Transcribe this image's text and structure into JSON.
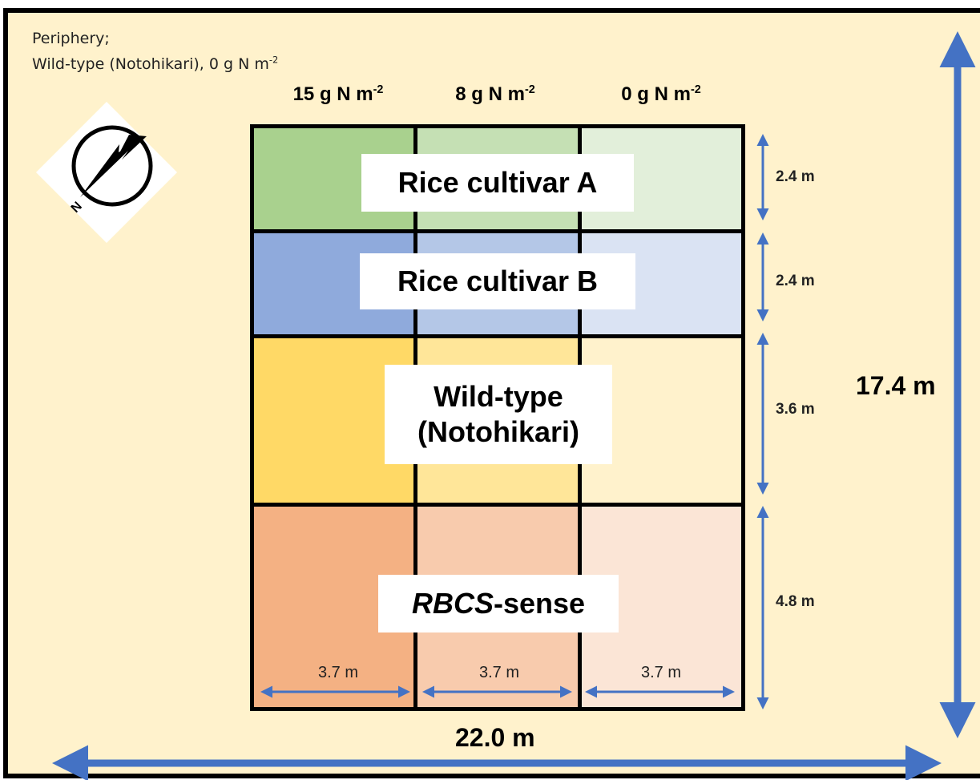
{
  "periphery": {
    "line1": "Periphery;",
    "line2_prefix": "Wild-type (Notohikari), 0 g N m",
    "line2_sup": "-2"
  },
  "columns": [
    {
      "label": "15 g N m",
      "sup": "-2"
    },
    {
      "label": "8 g N m",
      "sup": "-2"
    },
    {
      "label": "0 g N m",
      "sup": "-2"
    }
  ],
  "rows": [
    {
      "label": "Rice cultivar A",
      "height": "2.4 m",
      "colors": [
        "#a9d18e",
        "#c5e0b4",
        "#e2efda"
      ]
    },
    {
      "label": "Rice cultivar B",
      "height": "2.4 m",
      "colors": [
        "#8faadc",
        "#b4c7e7",
        "#dae3f3"
      ]
    },
    {
      "label_line1": "Wild-type",
      "label_line2": "(Notohikari)",
      "height": "3.6 m",
      "colors": [
        "#ffd966",
        "#ffe699",
        "#fff2cc"
      ]
    },
    {
      "label_italic": "RBCS",
      "label_rest": "-sense",
      "height": "4.8 m",
      "colors": [
        "#f4b183",
        "#f8cbad",
        "#fbe5d6"
      ]
    }
  ],
  "column_width": "3.7 m",
  "total_width": "22.0 m",
  "total_height": "17.4 m",
  "compass": {
    "letter": "N"
  },
  "colors": {
    "arrow": "#4472c4",
    "background": "#fff2cc",
    "border": "#000000"
  }
}
